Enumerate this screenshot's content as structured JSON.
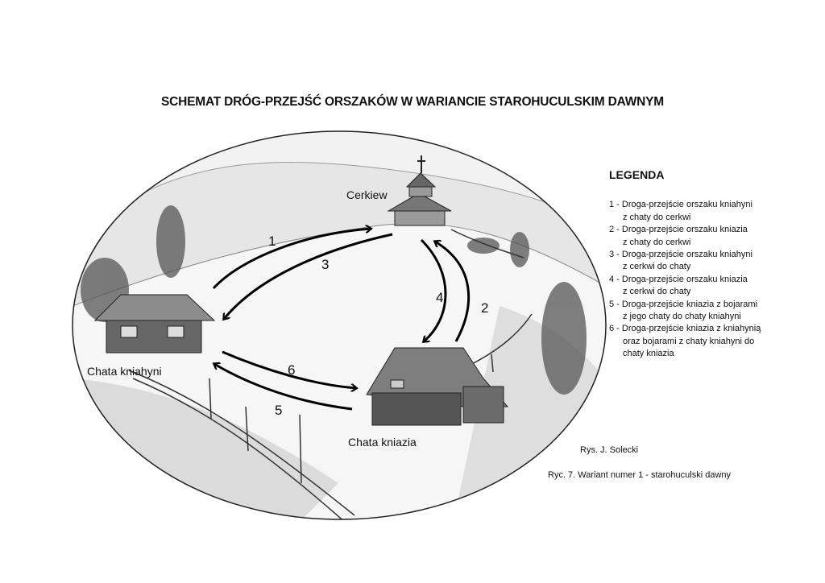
{
  "title": "SCHEMAT DRÓG-PRZEJŚĆ ORSZAKÓW W WARIANCIE STAROHUCULSKIM DAWNYM",
  "places": {
    "church": "Cerkiew",
    "princess_hut": "Chata kniahyni",
    "prince_hut": "Chata kniazia"
  },
  "route_numbers": [
    "1",
    "2",
    "3",
    "4",
    "5",
    "6"
  ],
  "legend": {
    "heading": "LEGENDA",
    "items": [
      {
        "line1": "1 - Droga-przejście orszaku kniahyni",
        "line2": "z chaty do cerkwi"
      },
      {
        "line1": "2 - Droga-przejście orszaku kniazia",
        "line2": "z chaty do cerkwi"
      },
      {
        "line1": "3 - Droga-przejście orszaku kniahyni",
        "line2": "z cerkwi do chaty"
      },
      {
        "line1": "4 - Droga-przejście orszaku kniazia",
        "line2": "z cerkwi do chaty"
      },
      {
        "line1": "5 - Droga-przejście kniazia z bojarami",
        "line2": "z jego chaty do chaty kniahyni"
      },
      {
        "line1": "6 - Droga-przejście kniazia z kniahynią",
        "line2": "oraz bojarami z chaty kniahyni do",
        "line3": "chaty kniazia"
      }
    ]
  },
  "credit": "Rys. J. Solecki",
  "caption": "Ryc. 7.  Wariant numer 1 - starohuculski dawny"
}
